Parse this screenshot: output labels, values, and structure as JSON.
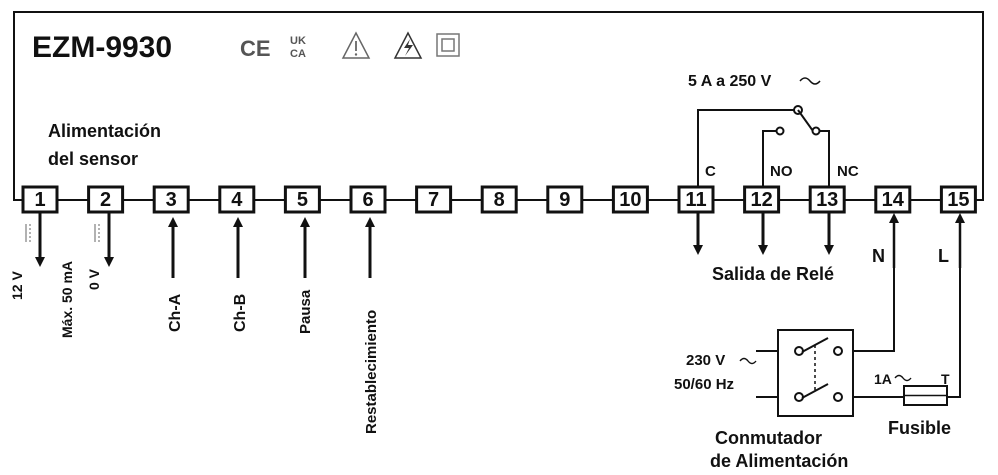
{
  "model": "EZM-9930",
  "marks": {
    "ce": "CE",
    "ukca_top": "UK",
    "ukca_bottom": "CA",
    "icons": [
      "warning-triangle-icon",
      "electrical-hazard-icon",
      "double-insulation-icon"
    ]
  },
  "relay": {
    "rating": "5 A a 250 V",
    "contact_c": "C",
    "contact_no": "NO",
    "contact_nc": "NC",
    "output_label": "Salida de Relé"
  },
  "sensor_power": {
    "line1": "Alimentación",
    "line2": "del sensor"
  },
  "terminals": [
    "1",
    "2",
    "3",
    "4",
    "5",
    "6",
    "7",
    "8",
    "9",
    "10",
    "11",
    "12",
    "13",
    "14",
    "15"
  ],
  "terminal_labels": {
    "t1": "12 V",
    "t2": "0 V",
    "max_current": "Máx. 50 mA",
    "t3": "Ch-A",
    "t4": "Ch-B",
    "t5": "Pausa",
    "t6": "Restablecimiento"
  },
  "mains": {
    "n": "N",
    "l": "L",
    "voltage": "230 V",
    "frequency": "50/60 Hz",
    "fuse_rating": "1A",
    "fuse_type": "T",
    "fuse_label": "Fusible",
    "switch_line1": "Conmutador",
    "switch_line2": "de Alimentación"
  }
}
